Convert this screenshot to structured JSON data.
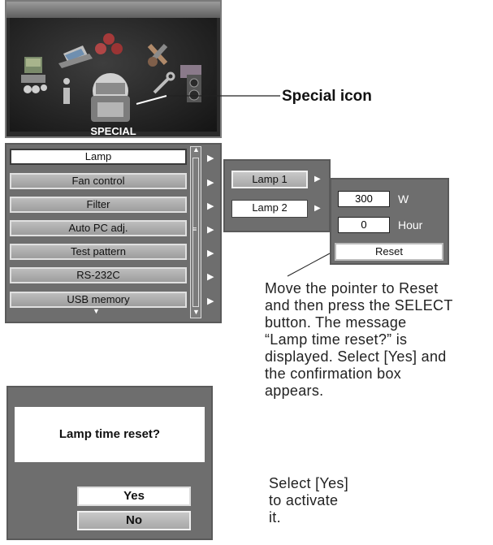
{
  "special_panel": {
    "label": "SPECIAL"
  },
  "callout": {
    "special_icon": "Special icon"
  },
  "menu": {
    "items": [
      {
        "label": "Lamp",
        "selected": true
      },
      {
        "label": "Fan control"
      },
      {
        "label": "Filter"
      },
      {
        "label": "Auto PC adj."
      },
      {
        "label": "Test pattern"
      },
      {
        "label": "RS-232C"
      },
      {
        "label": "USB memory"
      }
    ]
  },
  "lamp_submenu": {
    "items": [
      {
        "label": "Lamp 1",
        "selected": true
      },
      {
        "label": "Lamp 2"
      }
    ]
  },
  "lamp_info": {
    "watt_value": "300",
    "watt_unit": "W",
    "hour_value": "0",
    "hour_unit": "Hour",
    "reset_label": "Reset"
  },
  "instructions": {
    "reset_lines": [
      "Move the pointer to Reset",
      "and then press the SELECT",
      "button.  The message",
      "“Lamp time reset?” is",
      "displayed. Select [Yes] and",
      "the confirmation box",
      "appears."
    ],
    "yes_lines": [
      "Select [Yes]",
      "to activate",
      "it."
    ]
  },
  "dialog": {
    "message": "Lamp time reset?",
    "yes_label": "Yes",
    "no_label": "No"
  },
  "colors": {
    "panel_bg": "#6e6e6e",
    "icon_panel_bg": "#2b2b2b"
  }
}
